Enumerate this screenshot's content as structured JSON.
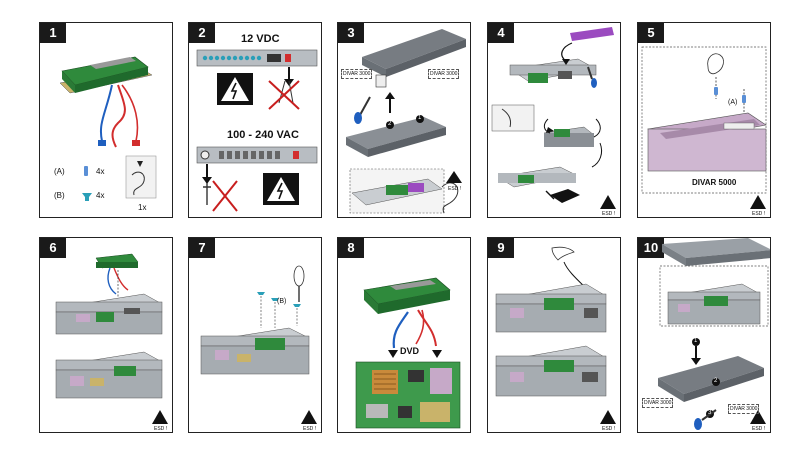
{
  "steps": [
    {
      "num": "1"
    },
    {
      "num": "2"
    },
    {
      "num": "3"
    },
    {
      "num": "4"
    },
    {
      "num": "5"
    },
    {
      "num": "6"
    },
    {
      "num": "7"
    },
    {
      "num": "8"
    },
    {
      "num": "9"
    },
    {
      "num": "10"
    }
  ],
  "step1": {
    "part_a_label": "(A)",
    "part_a_qty": "4x",
    "part_b_label": "(B)",
    "part_b_qty": "4x",
    "strap_qty": "1x"
  },
  "step2": {
    "dc_label": "12 VDC",
    "ac_label": "100 - 240 VAC"
  },
  "step3": {
    "model_left": "DIVAR 3000",
    "model_right": "DIVAR 3000",
    "callout_1": "1",
    "callout_2": "2"
  },
  "step5": {
    "part_a_label": "(A)",
    "model": "DIVAR 5000"
  },
  "step7": {
    "part_b_label": "(B)"
  },
  "step8": {
    "dvd_label": "DVD"
  },
  "step10": {
    "callout_1": "1",
    "callout_2": "2",
    "callout_3": "3",
    "model_left": "DIVAR 3000",
    "model_right": "DIVAR 3000"
  },
  "esd_label": "ESD !",
  "colors": {
    "border": "#222222",
    "pcb": "#2f8a3c",
    "chassis": "#9aa0a6",
    "cable_red": "#d22d2d",
    "cable_blue": "#1f5fbf",
    "purple": "#9b4bc0",
    "warning_red": "#c81e1e"
  }
}
